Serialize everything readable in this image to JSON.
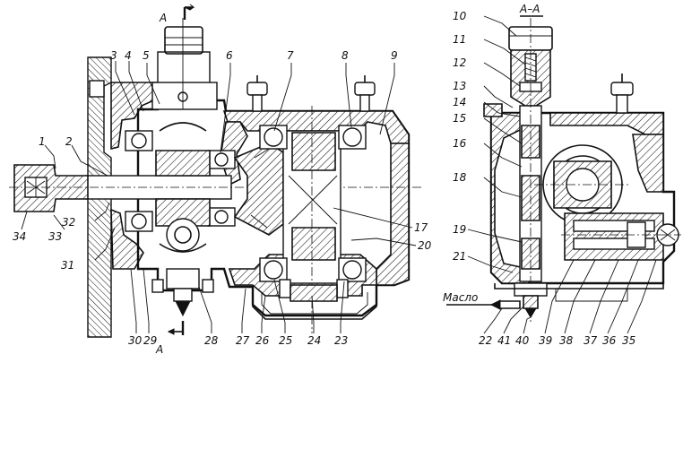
{
  "section_view_label": "А–А",
  "section_marks": {
    "top": "А",
    "bottom": "А"
  },
  "oil_label": "Масло",
  "callouts": {
    "c1": "1",
    "c2": "2",
    "c3": "3",
    "c4": "4",
    "c5": "5",
    "c6": "6",
    "c7": "7",
    "c8": "8",
    "c9": "9",
    "c10": "10",
    "c11": "11",
    "c12": "12",
    "c13": "13",
    "c14": "14",
    "c15": "15",
    "c16": "16",
    "c17": "17",
    "c18": "18",
    "c19": "19",
    "c20": "20",
    "c21": "21",
    "c22": "22",
    "c23": "23",
    "c24": "24",
    "c25": "25",
    "c26": "26",
    "c27": "27",
    "c28": "28",
    "c29": "29",
    "c30": "30",
    "c31": "31",
    "c32": "32",
    "c33": "33",
    "c34": "34",
    "c35": "35",
    "c36": "36",
    "c37": "37",
    "c38": "38",
    "c39": "39",
    "c40": "40",
    "c41": "41"
  }
}
